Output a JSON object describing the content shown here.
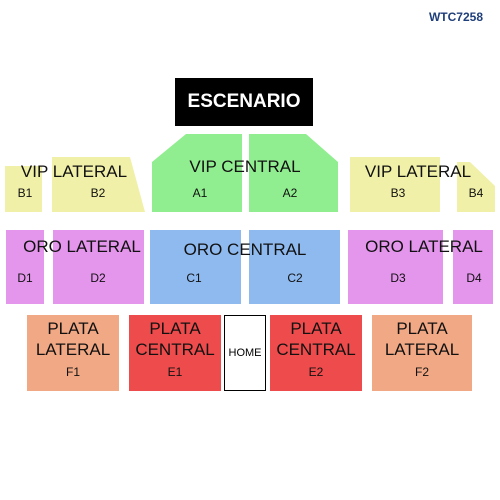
{
  "code": "WTC7258",
  "stage": "ESCENARIO",
  "zones": {
    "vip_central": "VIP CENTRAL",
    "vip_lateral_left": "VIP LATERAL",
    "vip_lateral_right": "VIP LATERAL",
    "oro_central": "ORO CENTRAL",
    "oro_lateral_left": "ORO LATERAL",
    "oro_lateral_right": "ORO LATERAL",
    "plata_lateral_left": "PLATA LATERAL",
    "plata_central_left": "PLATA CENTRAL",
    "plata_central_right": "PLATA CENTRAL",
    "plata_lateral_right": "PLATA LATERAL",
    "home": "HOME"
  },
  "sections": {
    "A1": "A1",
    "A2": "A2",
    "B1": "B1",
    "B2": "B2",
    "B3": "B3",
    "B4": "B4",
    "C1": "C1",
    "C2": "C2",
    "D1": "D1",
    "D2": "D2",
    "D3": "D3",
    "D4": "D4",
    "E1": "E1",
    "E2": "E2",
    "F1": "F1",
    "F2": "F2"
  },
  "colors": {
    "vip_central": "#90ee90",
    "vip_lateral": "#f0f0a8",
    "oro_central": "#8fbaef",
    "oro_lateral": "#e495ec",
    "plata_central": "#ee4c4c",
    "plata_lateral": "#f1a884",
    "stage": "#000000"
  }
}
